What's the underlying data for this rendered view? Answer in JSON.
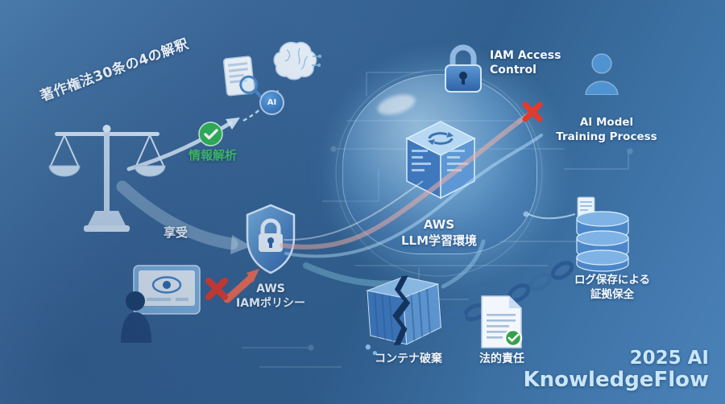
{
  "diagram": {
    "title": "著作権法30条の4の解釈",
    "analysis_label": "情報解析",
    "enjoy_label": "享受",
    "ai_chip_label": "AI",
    "shield_label_1": "AWS",
    "shield_label_2": "IAMポリシー",
    "dome_label_1": "AWS",
    "dome_label_2": "LLM学習環境",
    "iam_label_1": "IAM Access",
    "iam_label_2": "Control",
    "training_label_1": "AI Model",
    "training_label_2": "Training Process",
    "log_label_1": "ログ保存による",
    "log_label_2": "証拠保全",
    "container_label": "コンテナ破棄",
    "legal_label": "法的責任",
    "brand_1": "2025 AI",
    "brand_2": "KnowledgeFlow",
    "colors": {
      "background_left": "#3a6697",
      "background_right": "#4a82b8",
      "accent_green": "#2fb457",
      "accent_red": "#e23a2c",
      "label_text": "#f5faff",
      "brand_text": "#c9e6fa",
      "dome_fill": "#8cc4ee",
      "icon_blue": "#4f93d2"
    }
  }
}
